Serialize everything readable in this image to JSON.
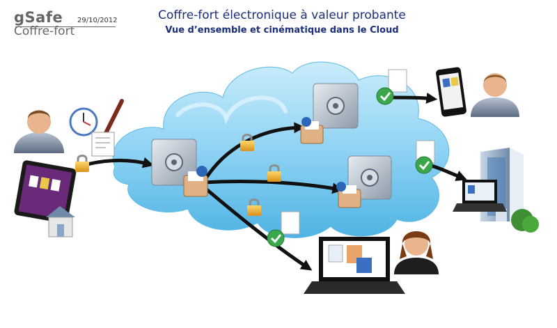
{
  "brand": {
    "name": "gSafe",
    "subtitle": "Coffre-fort",
    "date": "29/10/2012"
  },
  "header": {
    "title": "Coffre-fort électronique à valeur probante",
    "subtitle": "Vue d’ensemble et cinématique dans le Cloud"
  },
  "colors": {
    "title": "#1a2e7a",
    "cloud": "#7ecbf0",
    "arrow": "#111111",
    "lock": "#f2b630",
    "check": "#3aa84a",
    "tablet": "#6a2a7a"
  },
  "icons": [
    "person-icon",
    "clock-icon",
    "pen-icon",
    "document-icon",
    "tablet-icon",
    "house-icon",
    "cloud-icon",
    "safe-icon",
    "inbox-icon",
    "lock-icon",
    "check-badge-icon",
    "phone-icon",
    "laptop-icon",
    "building-icon"
  ]
}
